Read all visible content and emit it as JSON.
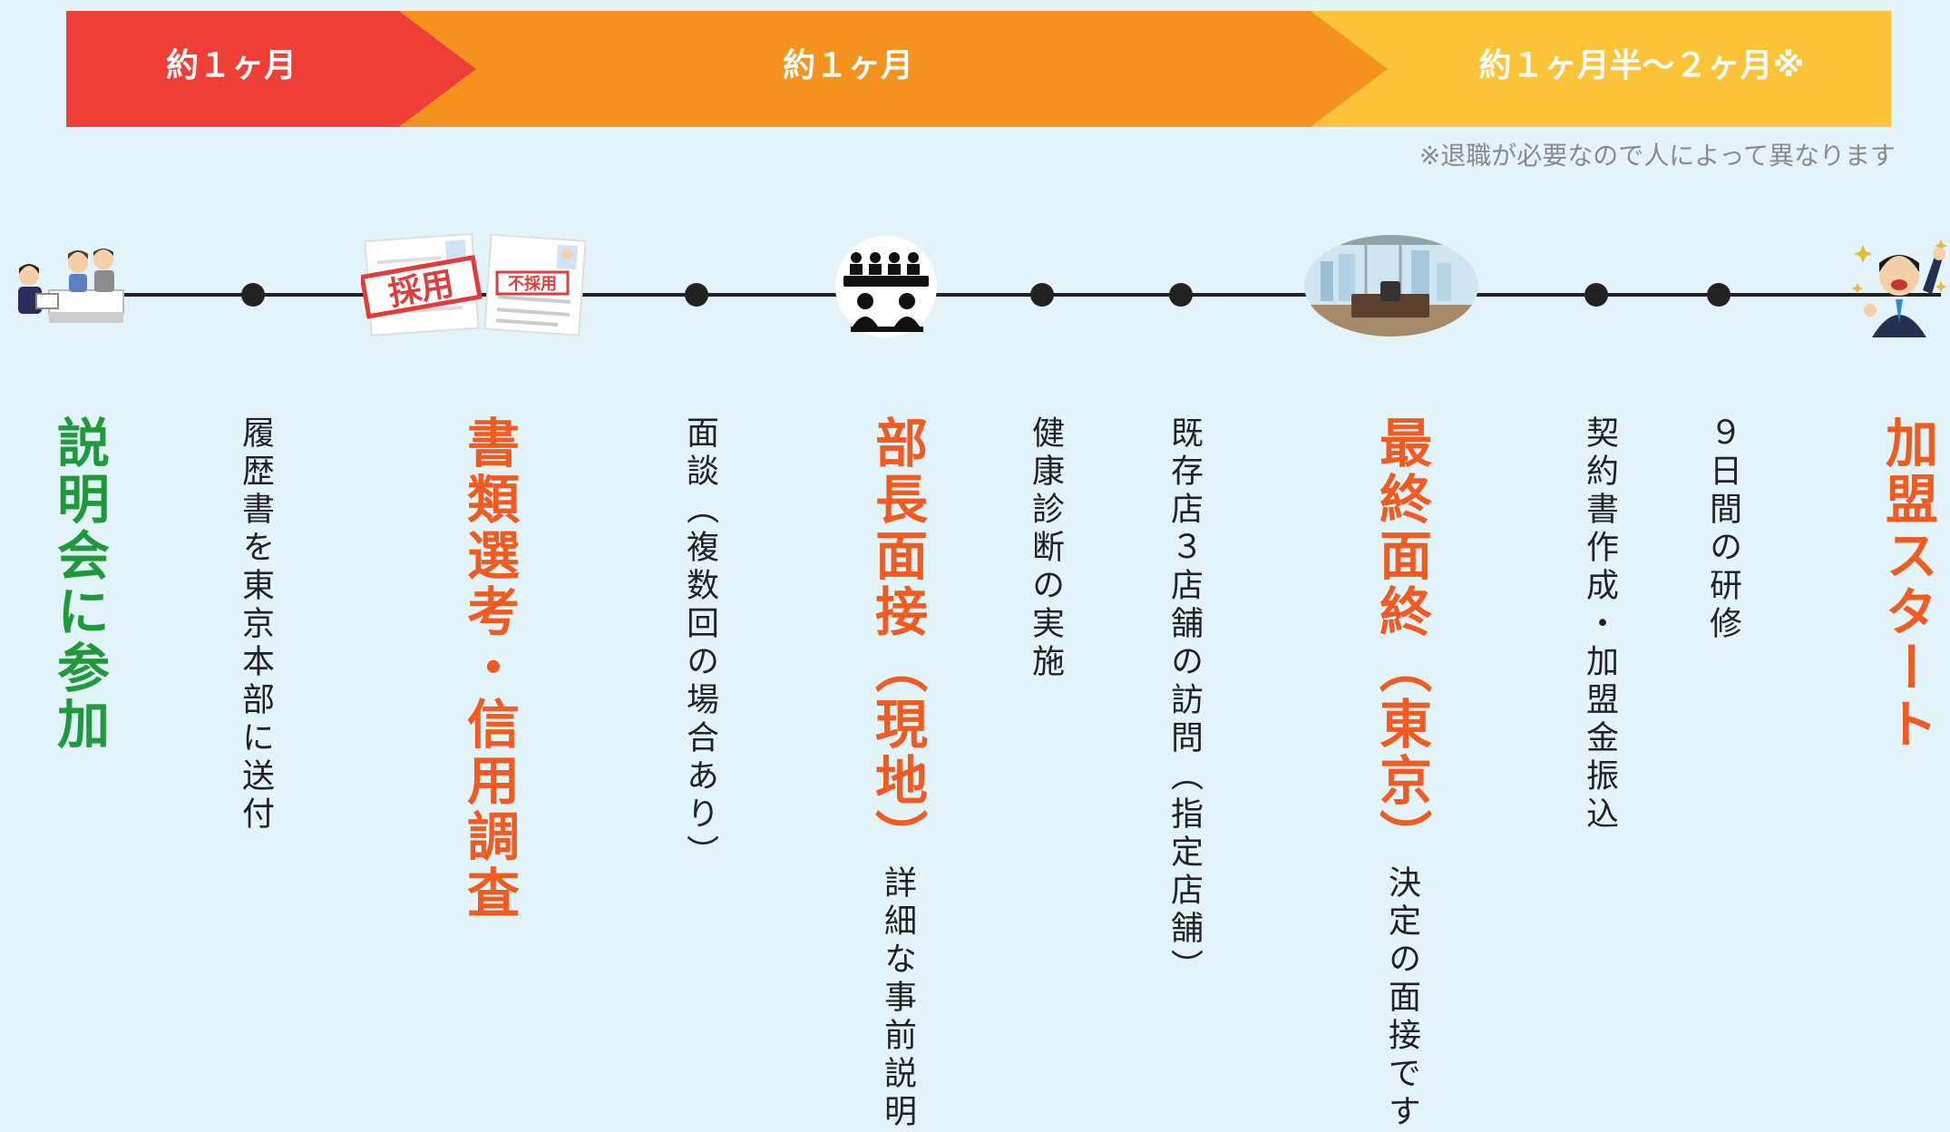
{
  "phases": [
    {
      "label": "約１ヶ月",
      "color": "#ef3f36"
    },
    {
      "label": "約１ヶ月",
      "color": "#f6921e"
    },
    {
      "label": "約１ヶ月半〜２ヶ月※",
      "color": "#fdc43a"
    }
  ],
  "note": "※退職が必要なので人によって異なります",
  "steps": [
    {
      "main": "説明会に参加",
      "style": "green"
    },
    {
      "text": "履歴書を東京本部に送付"
    },
    {
      "main": "書類選考・信用調査",
      "style": "orange"
    },
    {
      "text": "面談（複数回の場合あり）"
    },
    {
      "main": "部長面接（現地）",
      "sub": "詳細な事前説明",
      "style": "orange"
    },
    {
      "text": "健康診断の実施"
    },
    {
      "text": "既存店３店舗の訪問（指定店舗）"
    },
    {
      "main": "最終面終（東京）",
      "sub": "決定の面接です",
      "style": "orange"
    },
    {
      "text": "契約書作成・加盟金振込"
    },
    {
      "text": "９日間の研修"
    },
    {
      "main": "加盟スタート",
      "style": "orange"
    }
  ],
  "illustrations": {
    "briefing": "meeting-people-icon",
    "documents": "document-screening-icon",
    "stamp_adopted": "採用",
    "stamp_rejected": "不採用",
    "interview": "interview-panel-icon",
    "office": "office-room-icon",
    "start": "celebrating-man-icon"
  },
  "colors": {
    "green": "#1f9a3a",
    "orange": "#ef5b21",
    "line": "#222222"
  }
}
